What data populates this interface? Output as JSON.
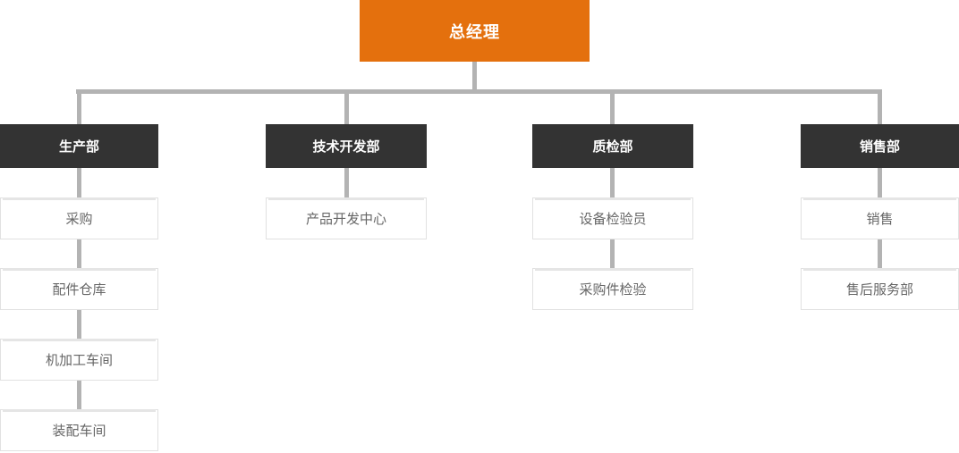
{
  "org": {
    "root": {
      "label": "总经理"
    },
    "departments": [
      {
        "label": "生产部",
        "children": [
          "采购",
          "配件仓库",
          "机加工车间",
          "装配车间"
        ]
      },
      {
        "label": "技术开发部",
        "children": [
          "产品开发中心"
        ]
      },
      {
        "label": "质检部",
        "children": [
          "设备检验员",
          "采购件检验"
        ]
      },
      {
        "label": "销售部",
        "children": [
          "销售",
          "售后服务部"
        ]
      }
    ],
    "colors": {
      "root_bg": "#E4700D",
      "dept_bg": "#333333",
      "leaf_bg": "#FFFFFF",
      "leaf_border": "#E1E1E1",
      "connector": "#B3B3B3",
      "root_text": "#FFFFFF",
      "dept_text": "#FFFFFF",
      "leaf_text": "#666666"
    }
  }
}
